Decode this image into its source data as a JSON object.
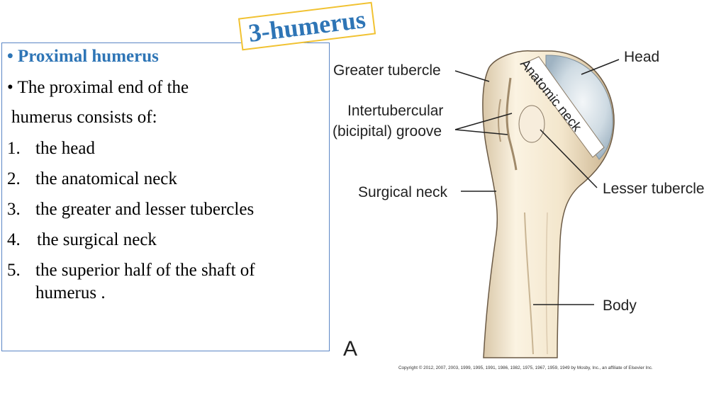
{
  "slide_title": "3-humerus",
  "content": {
    "heading_bullet": "Proximal humerus",
    "intro_bullet_line1": "The proximal end of the",
    "intro_bullet_line2": "humerus consists of:",
    "items": [
      {
        "num": "1.",
        "text": "the head"
      },
      {
        "num": "2.",
        "text": "the anatomical neck"
      },
      {
        "num": "3.",
        "text": "the greater and lesser tubercles"
      },
      {
        "num": "4.",
        "text": "the surgical neck"
      },
      {
        "num": "5.",
        "text": "the superior half of the shaft of",
        "text2": "humerus ."
      }
    ]
  },
  "figure": {
    "labels": {
      "greater_tubercle": "Greater tubercle",
      "intertubercular_line1": "Intertubercular",
      "intertubercular_line2": "(bicipital) groove",
      "surgical_neck": "Surgical neck",
      "head": "Head",
      "anatomic_neck": "Anatomic neck",
      "lesser_tubercle": "Lesser tubercle",
      "body": "Body",
      "panel_letter": "A"
    },
    "copyright": "Copyright © 2012, 2007, 2003, 1999, 1995, 1991, 1986, 1982, 1975, 1967, 1959, 1949 by Mosby, Inc., an affiliate of Elsevier Inc."
  }
}
